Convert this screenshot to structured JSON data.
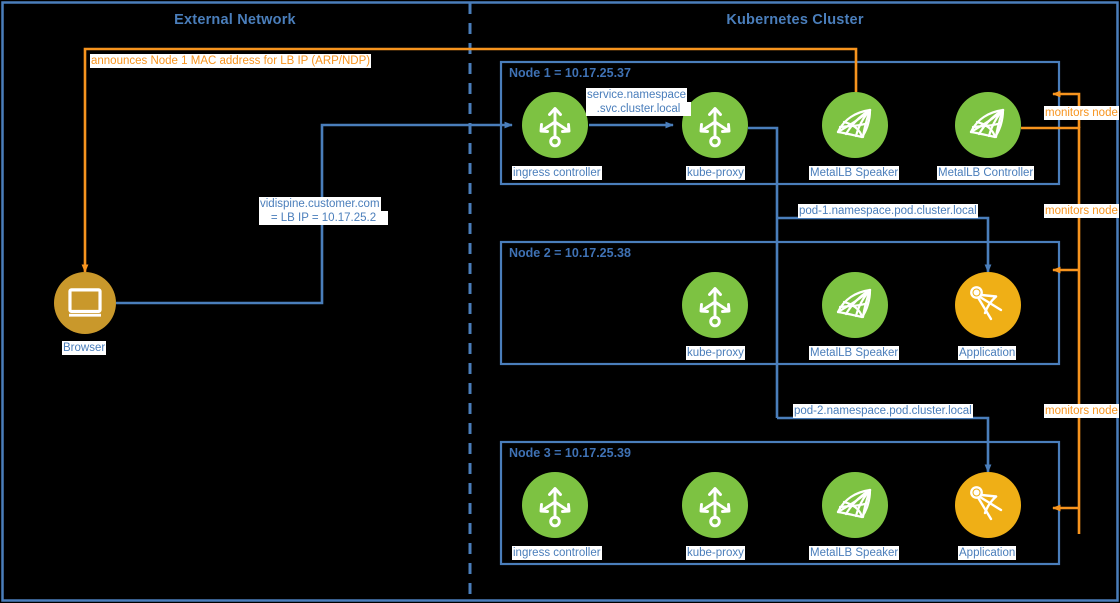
{
  "colors": {
    "blue": "#4a7ebb",
    "blue_dark": "#3f72b5",
    "orange": "#F7941E",
    "green": "#7DC242",
    "gold": "#EFAF16",
    "browser_gold": "#C9982B",
    "background": "#000000",
    "label_bg": "#ffffff"
  },
  "zones": [
    {
      "id": "external",
      "title": "External Network"
    },
    {
      "id": "cluster",
      "title": "Kubernetes Cluster"
    }
  ],
  "external": {
    "browser": {
      "label": "Browser",
      "icon": "browser-icon"
    }
  },
  "nodes": [
    {
      "title": "Node 1 = 10.17.25.37",
      "pods": [
        {
          "label": "ingress controller",
          "icon": "ingress-controller-icon",
          "kind": "green"
        },
        {
          "label": "kube-proxy",
          "icon": "kube-proxy-icon",
          "kind": "green"
        },
        {
          "label": "MetalLB Speaker",
          "icon": "metallb-speaker-icon",
          "kind": "green"
        },
        {
          "label": "MetalLB Controller",
          "icon": "metallb-controller-icon",
          "kind": "green"
        }
      ]
    },
    {
      "title": "Node 2 = 10.17.25.38",
      "pods": [
        {
          "label": "kube-proxy",
          "icon": "kube-proxy-icon",
          "kind": "green"
        },
        {
          "label": "MetalLB Speaker",
          "icon": "metallb-speaker-icon",
          "kind": "green"
        },
        {
          "label": "Application",
          "icon": "application-icon",
          "kind": "gold"
        }
      ]
    },
    {
      "title": "Node 3 = 10.17.25.39",
      "pods": [
        {
          "label": "ingress controller",
          "icon": "ingress-controller-icon",
          "kind": "green"
        },
        {
          "label": "kube-proxy",
          "icon": "kube-proxy-icon",
          "kind": "green"
        },
        {
          "label": "MetalLB Speaker",
          "icon": "metallb-speaker-icon",
          "kind": "green"
        },
        {
          "label": "Application",
          "icon": "application-icon",
          "kind": "gold"
        }
      ]
    }
  ],
  "edge_labels": {
    "arp_announce": "announces Node 1 MAC address for LB IP (ARP/NDP)",
    "lb_ip_line1": "vidispine.customer.com",
    "lb_ip_line2": "= LB IP = 10.17.25.2",
    "svc_dns_line1": "service.namespace",
    "svc_dns_line2": ".svc.cluster.local",
    "pod1_dns": "pod-1.namespace.pod.cluster.local",
    "pod2_dns": "pod-2.namespace.pod.cluster.local",
    "monitors_node_1": "monitors node",
    "monitors_node_2": "monitors node",
    "monitors_node_3": "monitors node"
  }
}
